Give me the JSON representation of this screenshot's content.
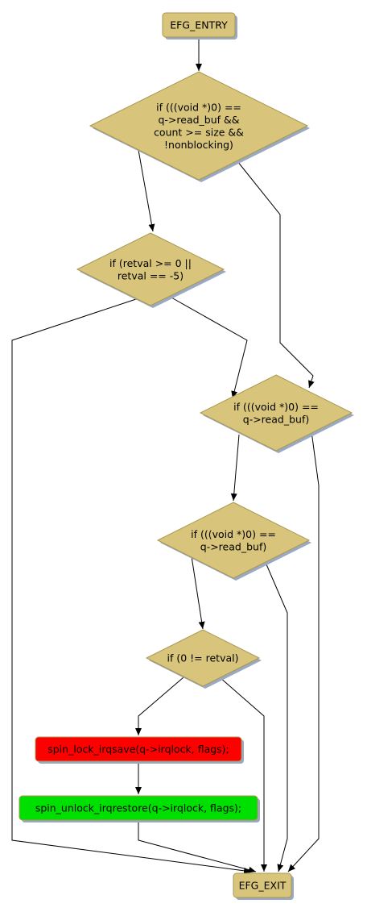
{
  "colors": {
    "decision_fill": "#d8c57b",
    "decision_stroke": "#a89650",
    "terminal_fill": "#d8c57b",
    "error_fill": "#ff0000",
    "ok_fill": "#00e000",
    "shadow": "#9aa8c0",
    "edge": "#000000"
  },
  "nodes": {
    "entry": {
      "lines": [
        "EFG_ENTRY"
      ]
    },
    "cond1": {
      "lines": [
        "if (((void *)0) ==",
        "q->read_buf &&",
        "count >= size &&",
        "!nonblocking)"
      ]
    },
    "cond2": {
      "lines": [
        "if (retval >= 0 ||",
        "retval == -5)"
      ]
    },
    "cond3": {
      "lines": [
        "if (((void *)0) ==",
        "q->read_buf)"
      ]
    },
    "cond4": {
      "lines": [
        "if (((void *)0) ==",
        "q->read_buf)"
      ]
    },
    "cond5": {
      "lines": [
        "if (0 != retval)"
      ]
    },
    "lock": {
      "lines": [
        "spin_lock_irqsave(q->irqlock, flags);"
      ]
    },
    "unlock": {
      "lines": [
        "spin_unlock_irqrestore(q->irqlock, flags);"
      ]
    },
    "exit": {
      "lines": [
        "EFG_EXIT"
      ]
    }
  },
  "edges": [
    {
      "from": "entry",
      "to": "cond1"
    },
    {
      "from": "cond1",
      "to": "cond2"
    },
    {
      "from": "cond1",
      "to": "cond3"
    },
    {
      "from": "cond2",
      "to": "exit"
    },
    {
      "from": "cond2",
      "to": "cond3"
    },
    {
      "from": "cond3",
      "to": "cond4"
    },
    {
      "from": "cond3",
      "to": "exit"
    },
    {
      "from": "cond4",
      "to": "cond5"
    },
    {
      "from": "cond4",
      "to": "exit"
    },
    {
      "from": "cond5",
      "to": "lock"
    },
    {
      "from": "cond5",
      "to": "exit"
    },
    {
      "from": "lock",
      "to": "unlock"
    },
    {
      "from": "unlock",
      "to": "exit"
    }
  ]
}
